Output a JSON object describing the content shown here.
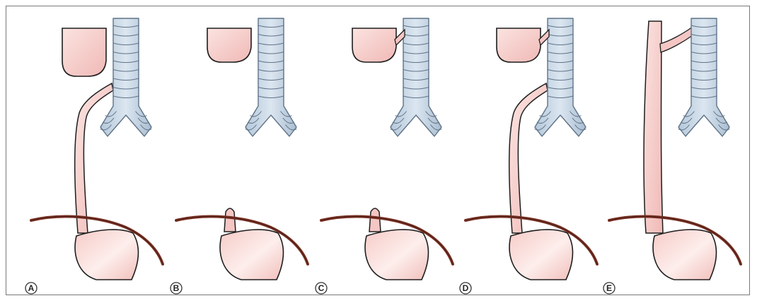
{
  "figure": {
    "colors": {
      "outline": "#1e1e1e",
      "pink_fill": "#f4c6c4",
      "pink_light": "#fbe6e3",
      "trachea_fill": "#c3d3e2",
      "trachea_ring": "#5f7388",
      "diaphragm": "#7b3326"
    },
    "panels": [
      {
        "label": "A",
        "variant": "A"
      },
      {
        "label": "B",
        "variant": "B"
      },
      {
        "label": "C",
        "variant": "C"
      },
      {
        "label": "D",
        "variant": "D"
      },
      {
        "label": "E",
        "variant": "E"
      }
    ]
  }
}
